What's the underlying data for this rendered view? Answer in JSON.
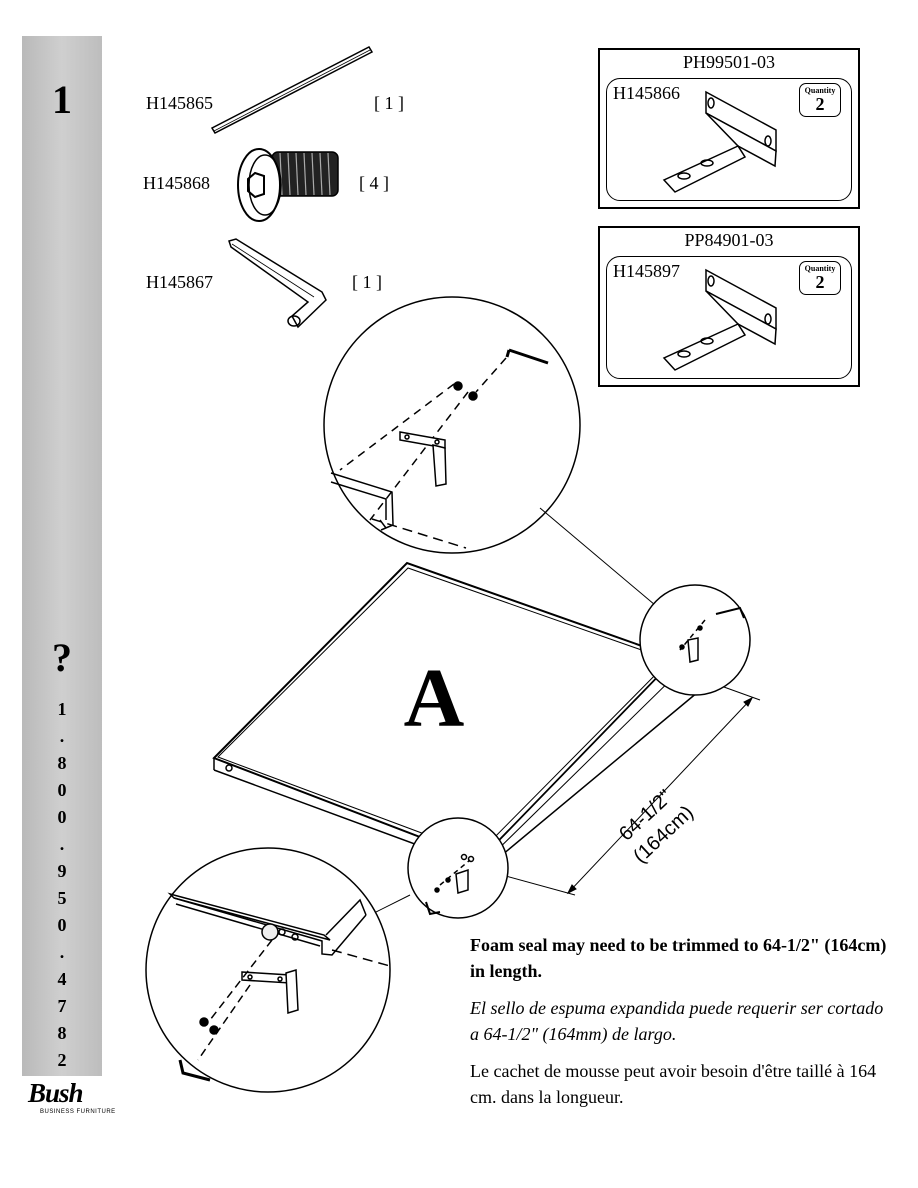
{
  "sidebar": {
    "step_number": "1",
    "help_mark": "?",
    "phone_digits": [
      "1",
      ".",
      "8",
      "0",
      "0",
      ".",
      "9",
      "5",
      "0",
      ".",
      "4",
      "7",
      "8",
      "2"
    ]
  },
  "logo": {
    "word": "Bush",
    "tagline": "BUSINESS FURNITURE"
  },
  "parts": [
    {
      "code": "H145865",
      "quantity": "[ 1 ]",
      "icon": "rod-icon"
    },
    {
      "code": "H145868",
      "quantity": "[ 4 ]",
      "icon": "bolt-icon"
    },
    {
      "code": "H145867",
      "quantity": "[ 1 ]",
      "icon": "allen-key-icon"
    }
  ],
  "kits": [
    {
      "kit_code": "PH99501-03",
      "part_code": "H145866",
      "quantity_word": "Quantity",
      "quantity": "2"
    },
    {
      "kit_code": "PP84901-03",
      "part_code": "H145897",
      "quantity_word": "Quantity",
      "quantity": "2"
    }
  ],
  "panel_label": "A",
  "dimension": {
    "imperial": "64-1/2\"",
    "metric": "(164cm)"
  },
  "notes": {
    "english": "Foam seal may need to be trimmed to 64-1/2\" (164cm) in length.",
    "spanish": "El sello de espuma expandida puede requerir ser cortado a 64-1/2\" (164mm) de largo.",
    "french": "Le cachet de mousse peut avoir besoin d'être taillé à 164 cm. dans la longueur."
  }
}
